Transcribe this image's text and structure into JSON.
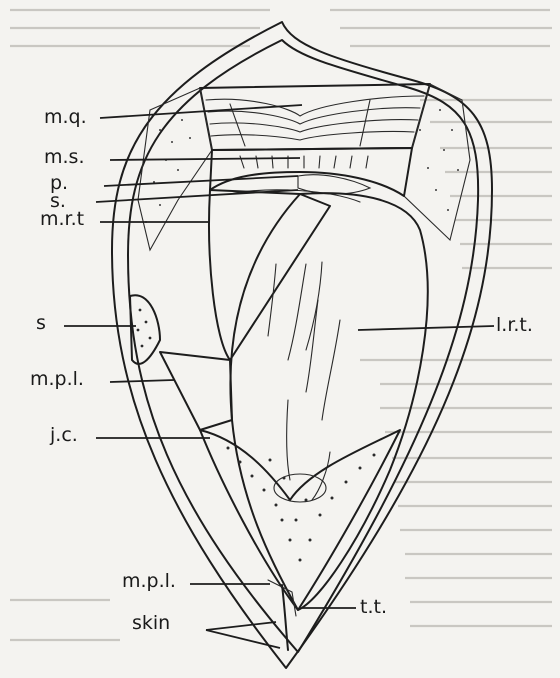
{
  "figure": {
    "labels": {
      "mq": "m.q.",
      "ms": "m.s.",
      "p": "p.",
      "s_upper": "s.",
      "mrt": "m.r.t",
      "s_left": "s",
      "lrt": "l.r.t.",
      "mpl_upper": "m.p.l.",
      "jc": "j.c.",
      "mpl_lower": "m.p.l.",
      "tt": "t.t.",
      "skin": "skin"
    }
  }
}
